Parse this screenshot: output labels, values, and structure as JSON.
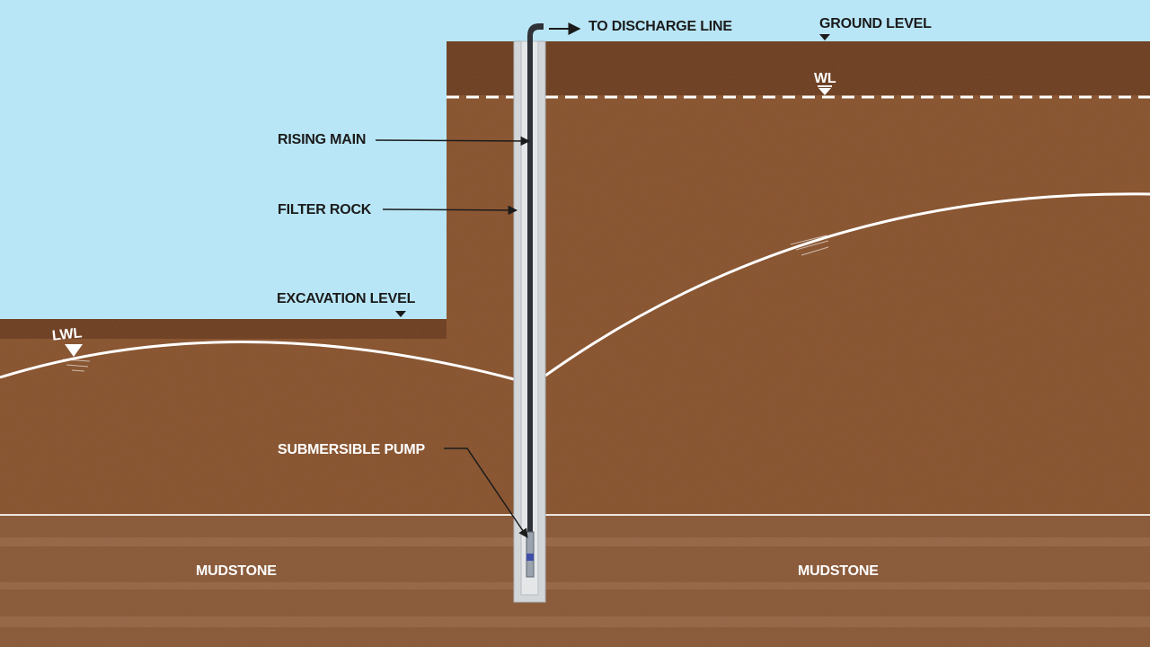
{
  "labels": {
    "discharge": "TO DISCHARGE LINE",
    "ground_level": "GROUND LEVEL",
    "wl": "WL",
    "rising_main": "RISING MAIN",
    "filter_rock": "FILTER ROCK",
    "excavation_level": "EXCAVATION LEVEL",
    "lwl": "LWL",
    "submersible_pump": "SUBMERSIBLE PUMP",
    "mudstone_left": "MUDSTONE",
    "mudstone_right": "MUDSTONE"
  },
  "colors": {
    "sky": "#b9e6f6",
    "soil": "#8a5330",
    "soil_dark": "#6e3f22",
    "topsoil": "#6a3a20",
    "mudstone": "#8c5a3c",
    "mudstone_band": "#a8795a",
    "water_line": "#ffffff",
    "well_casing": "#c9ccd0",
    "rising_main": "#2f3238",
    "label_dark": "#1b1b1b",
    "label_light": "#ffffff"
  }
}
